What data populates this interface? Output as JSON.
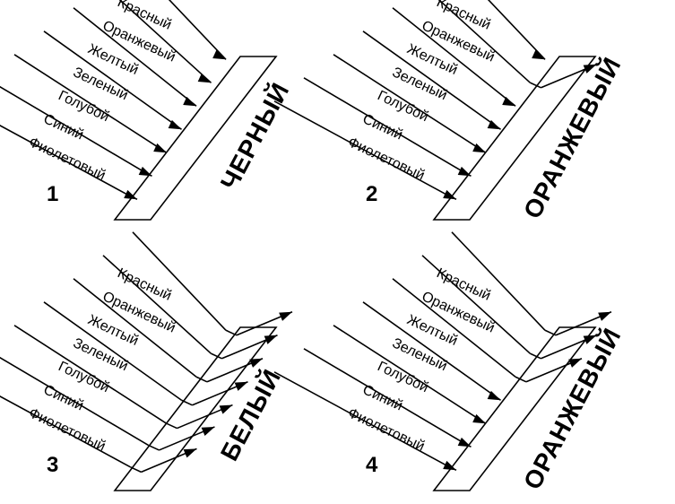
{
  "colors": {
    "ink": "#000000",
    "background": "#ffffff"
  },
  "spectrum_labels": [
    "Красный",
    "Оранжевый",
    "Желтый",
    "Зеленый",
    "Голубой",
    "Синий",
    "Фиолетовый"
  ],
  "panels": [
    {
      "number": "1",
      "result": "ЧЕРНЫЙ",
      "reflected": []
    },
    {
      "number": "2",
      "result": "ОРАНЖЕВЫЙ",
      "reflected": [
        "Оранжевый"
      ]
    },
    {
      "number": "3",
      "result": "БЕЛЫЙ",
      "reflected": [
        "Красный",
        "Оранжевый",
        "Желтый",
        "Зеленый",
        "Голубой",
        "Синий",
        "Фиолетовый"
      ]
    },
    {
      "number": "4",
      "result": "ОРАНЖЕВЫЙ",
      "reflected": [
        "Красный",
        "Оранжевый",
        "Желтый"
      ]
    }
  ]
}
